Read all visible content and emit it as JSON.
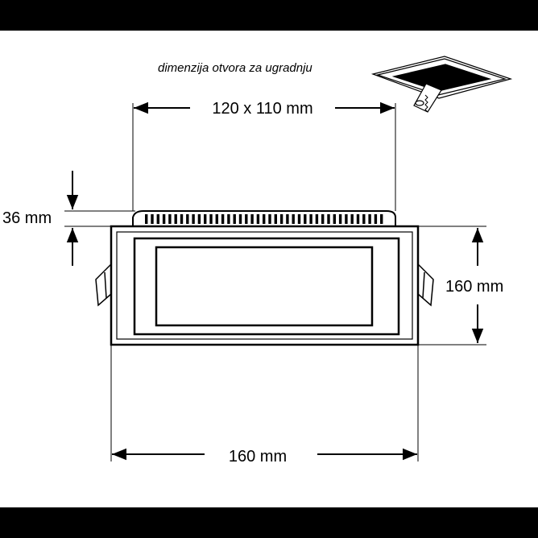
{
  "diagram": {
    "cutout_caption": "dimenzija otvora za ugradnju",
    "cutout_dimension": "120 x 110 mm",
    "height_dimension": "36 mm",
    "side_dimension": "160 mm",
    "bottom_dimension": "160 mm"
  },
  "colors": {
    "background": "#ffffff",
    "frame": "#000000",
    "bars": "#000000"
  }
}
